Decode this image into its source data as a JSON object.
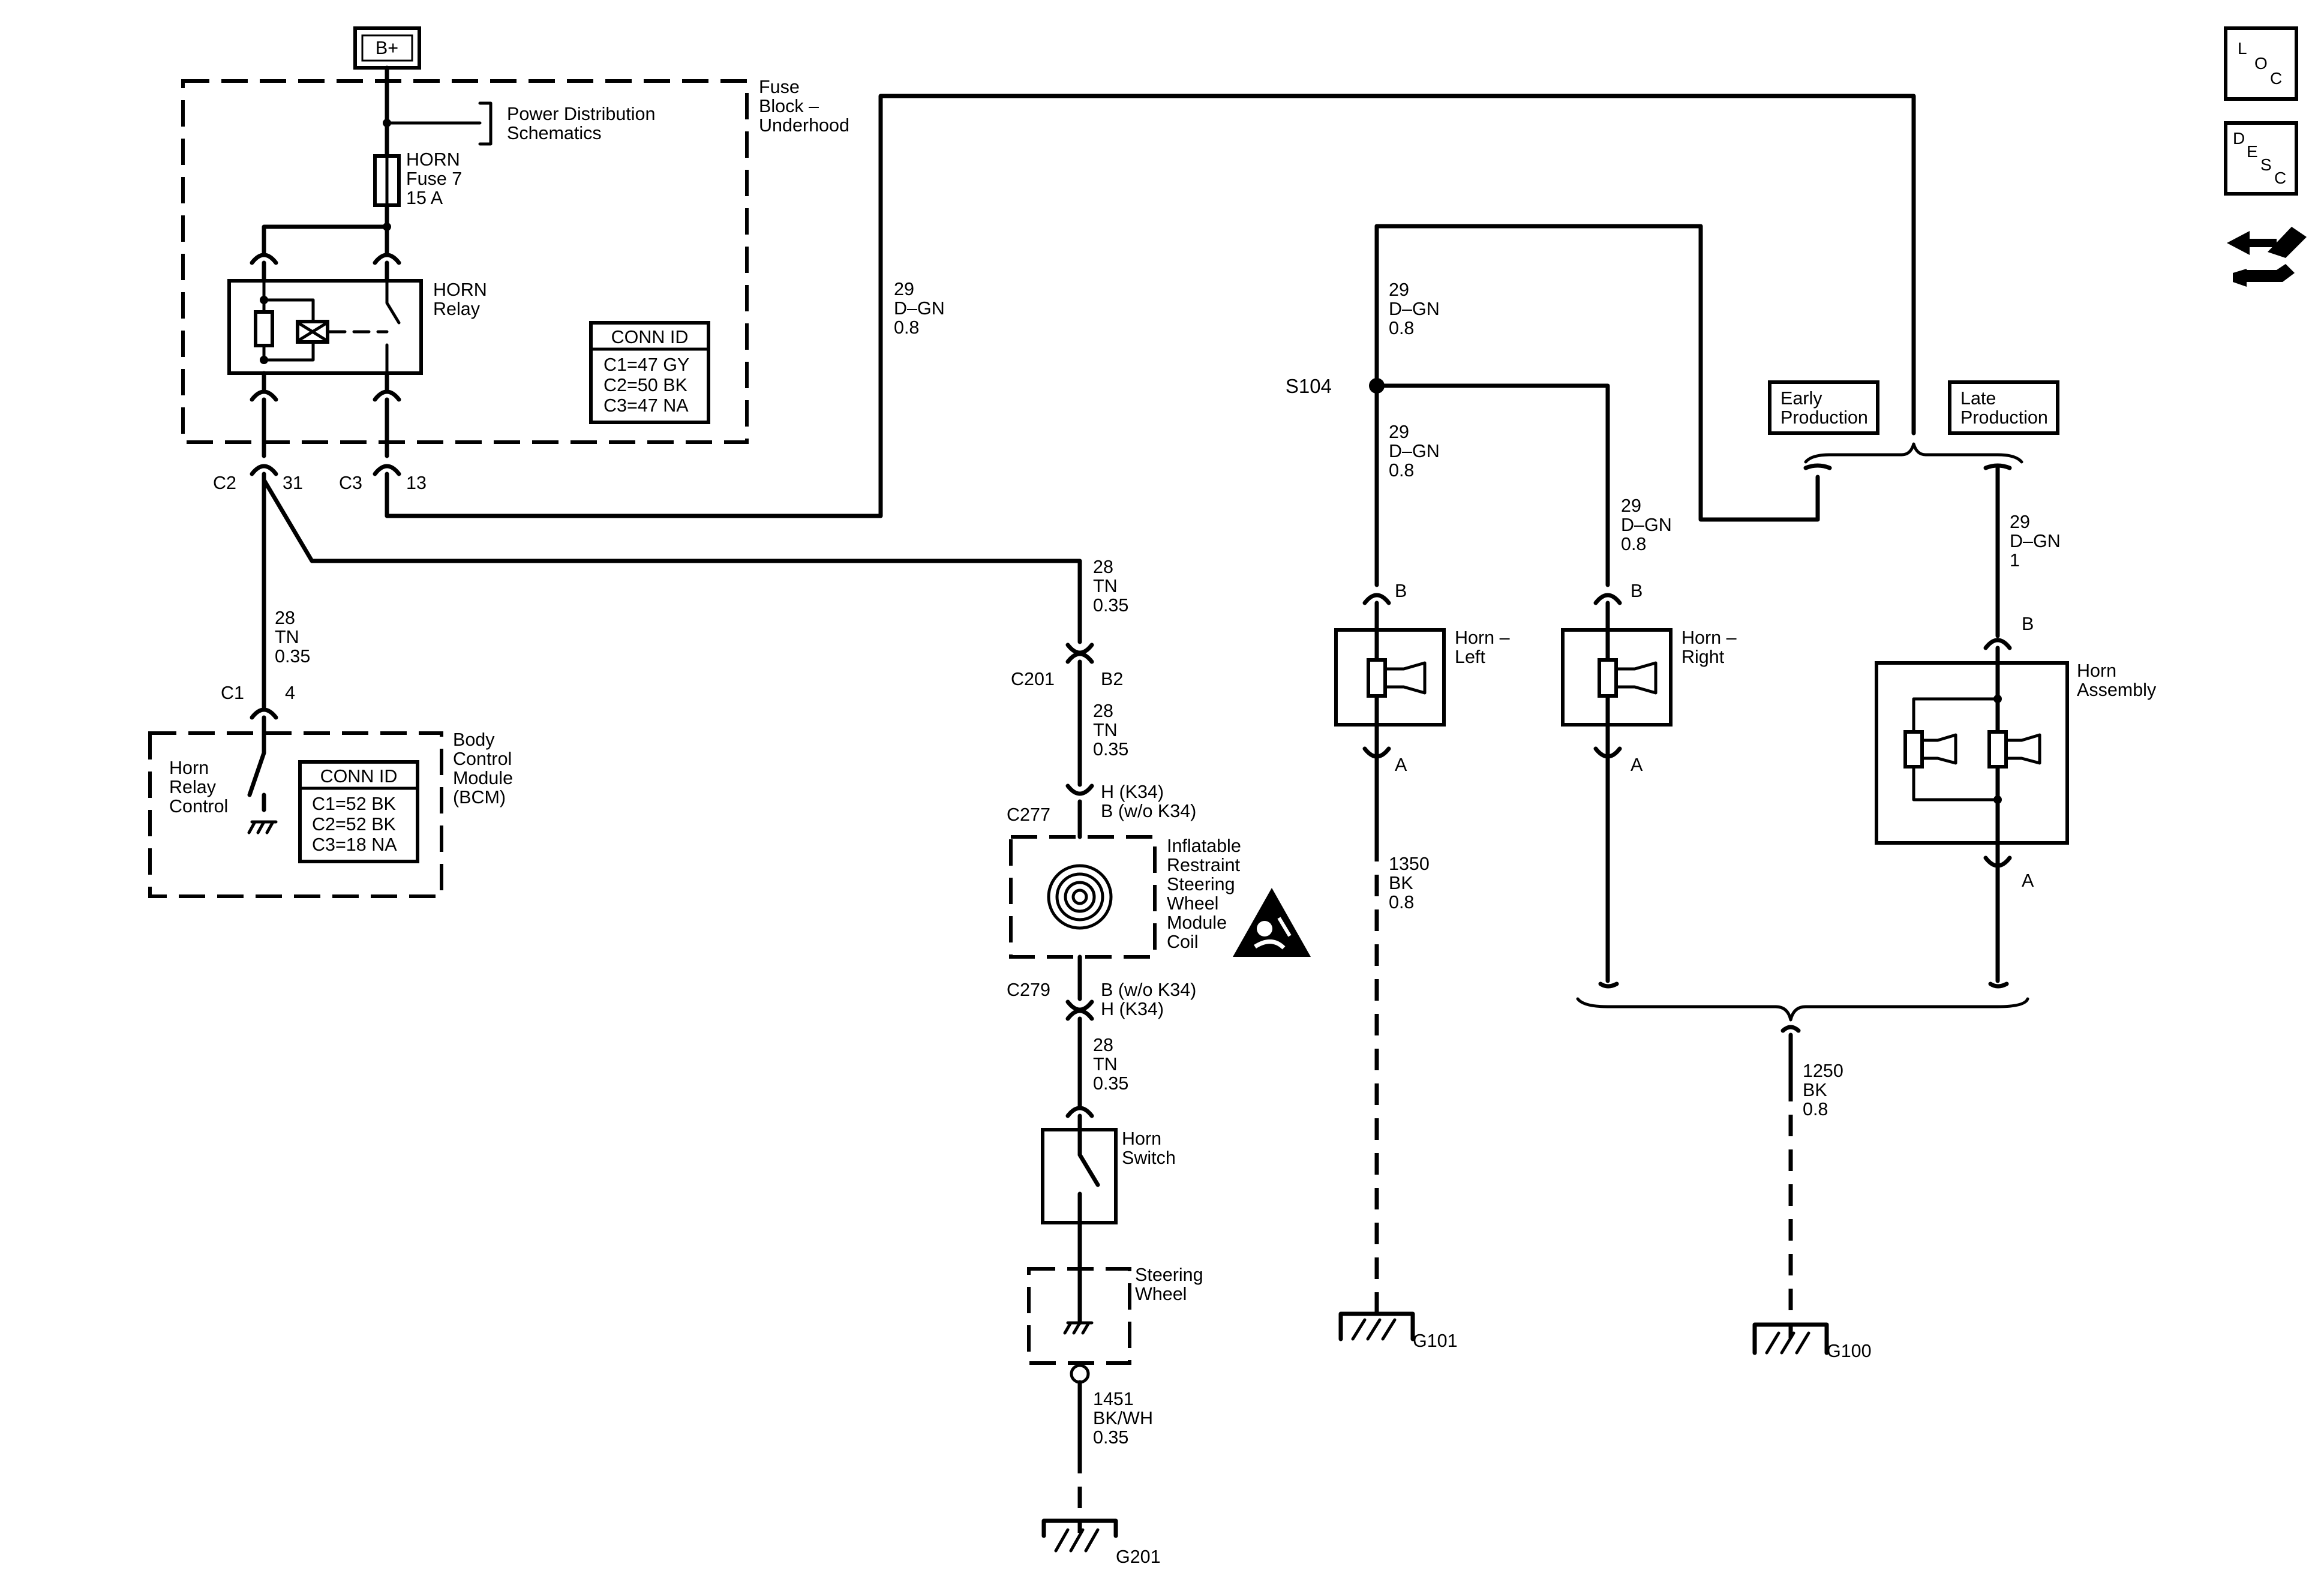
{
  "power": {
    "battery": "B+"
  },
  "fuse_block": {
    "name_line1": "Fuse",
    "name_line2": "Block –",
    "name_line3": "Underhood",
    "power_ref_line1": "Power Distribution",
    "power_ref_line2": "Schematics",
    "fuse_line1": "HORN",
    "fuse_line2": "Fuse 7",
    "fuse_line3": "15 A",
    "relay_line1": "HORN",
    "relay_line2": "Relay",
    "conn_title": "CONN ID",
    "conn_c1": "C1=47 GY",
    "conn_c2": "C2=50 BK",
    "conn_c3": "C3=47 NA",
    "c2_label": "C2",
    "c2_pin": "31",
    "c3_label": "C3",
    "c3_pin": "13"
  },
  "wires": {
    "tn_bcm": {
      "circuit": "28",
      "color": "TN",
      "size": "0.35"
    },
    "tn_c201": {
      "circuit": "28",
      "color": "TN",
      "size": "0.35"
    },
    "tn_c277": {
      "circuit": "28",
      "color": "TN",
      "size": "0.35"
    },
    "tn_switch": {
      "circuit": "28",
      "color": "TN",
      "size": "0.35"
    },
    "dgn_feed": {
      "circuit": "29",
      "color": "D–GN",
      "size": "0.8"
    },
    "dgn_s104_top": {
      "circuit": "29",
      "color": "D–GN",
      "size": "0.8"
    },
    "dgn_s104_left": {
      "circuit": "29",
      "color": "D–GN",
      "size": "0.8"
    },
    "dgn_right": {
      "circuit": "29",
      "color": "D–GN",
      "size": "0.8"
    },
    "dgn_late": {
      "circuit": "29",
      "color": "D–GN",
      "size": "1"
    },
    "bk_g101": {
      "circuit": "1350",
      "color": "BK",
      "size": "0.8"
    },
    "bk_g100": {
      "circuit": "1250",
      "color": "BK",
      "size": "0.8"
    },
    "bkwh_g201": {
      "circuit": "1451",
      "color": "BK/WH",
      "size": "0.35"
    }
  },
  "bcm": {
    "c1_label": "C1",
    "c1_pin": "4",
    "name_line1": "Body",
    "name_line2": "Control",
    "name_line3": "Module",
    "name_line4": "(BCM)",
    "control_line1": "Horn",
    "control_line2": "Relay",
    "control_line3": "Control",
    "conn_title": "CONN ID",
    "conn_c1": "C1=52 BK",
    "conn_c2": "C2=52 BK",
    "conn_c3": "C3=18 NA"
  },
  "steering": {
    "c201_label": "C201",
    "c201_pin": "B2",
    "c277_label": "C277",
    "c277_pin_1": "H (K34)",
    "c277_pin_2": "B (w/o K34)",
    "coil_line1": "Inflatable",
    "coil_line2": "Restraint",
    "coil_line3": "Steering",
    "coil_line4": "Wheel",
    "coil_line5": "Module",
    "coil_line6": "Coil",
    "c279_label": "C279",
    "c279_pin_1": "B (w/o K34)",
    "c279_pin_2": "H (K34)",
    "switch_line1": "Horn",
    "switch_line2": "Switch",
    "wheel_line1": "Steering",
    "wheel_line2": "Wheel"
  },
  "horns": {
    "splice": "S104",
    "left_line1": "Horn –",
    "left_line2": "Left",
    "right_line1": "Horn –",
    "right_line2": "Right",
    "assembly_line1": "Horn",
    "assembly_line2": "Assembly",
    "pin_b": "B",
    "pin_a": "A",
    "early_line1": "Early",
    "early_line2": "Production",
    "late_line1": "Late",
    "late_line2": "Production"
  },
  "grounds": {
    "g101": "G101",
    "g100": "G100",
    "g201": "G201"
  },
  "side_icons": {
    "loc_l": "L",
    "loc_o": "O",
    "loc_c": "C",
    "desc_d": "D",
    "desc_e": "E",
    "desc_s": "S",
    "desc_c": "C",
    "icon_names": [
      "location-icon",
      "description-icon",
      "connector-tool-icon"
    ]
  }
}
